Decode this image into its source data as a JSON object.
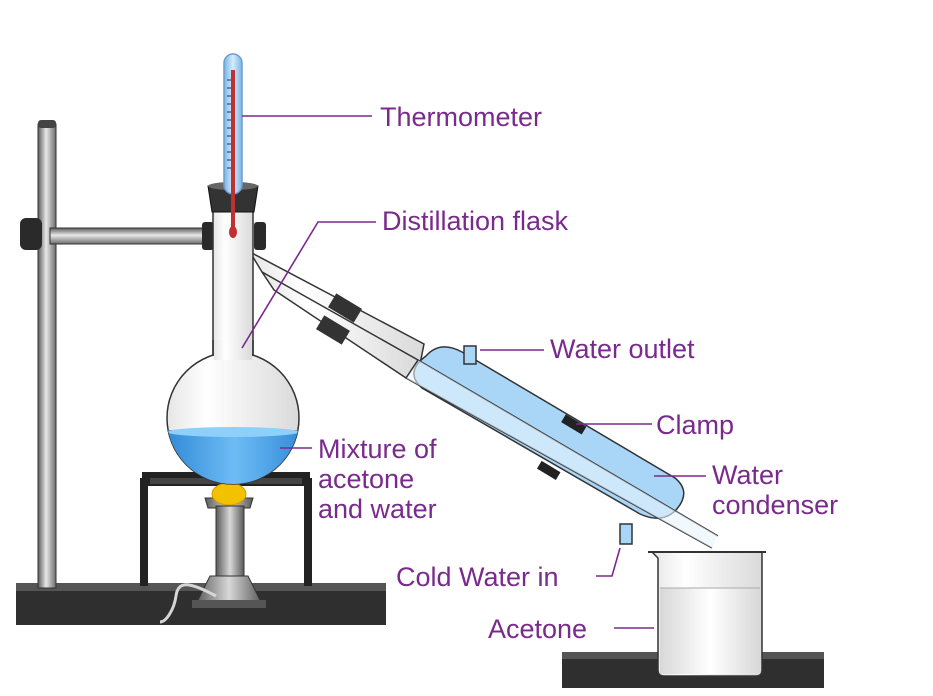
{
  "labels": {
    "thermometer": "Thermometer",
    "flask": "Distillation flask",
    "water_outlet": "Water outlet",
    "clamp": "Clamp",
    "condenser_l1": "Water",
    "condenser_l2": "condenser",
    "mixture_l1": "Mixture of",
    "mixture_l2": "acetone",
    "mixture_l3": "and water",
    "cold_water_in": "Cold Water in",
    "acetone": "Acetone"
  },
  "colors": {
    "label": "#7a2a8c",
    "liquid": "#3a9be0",
    "condenser_water": "#a9d6f7",
    "base": "#2f2f2f",
    "flame": "#f2c200",
    "collected_acetone": "#f2f2f2"
  }
}
